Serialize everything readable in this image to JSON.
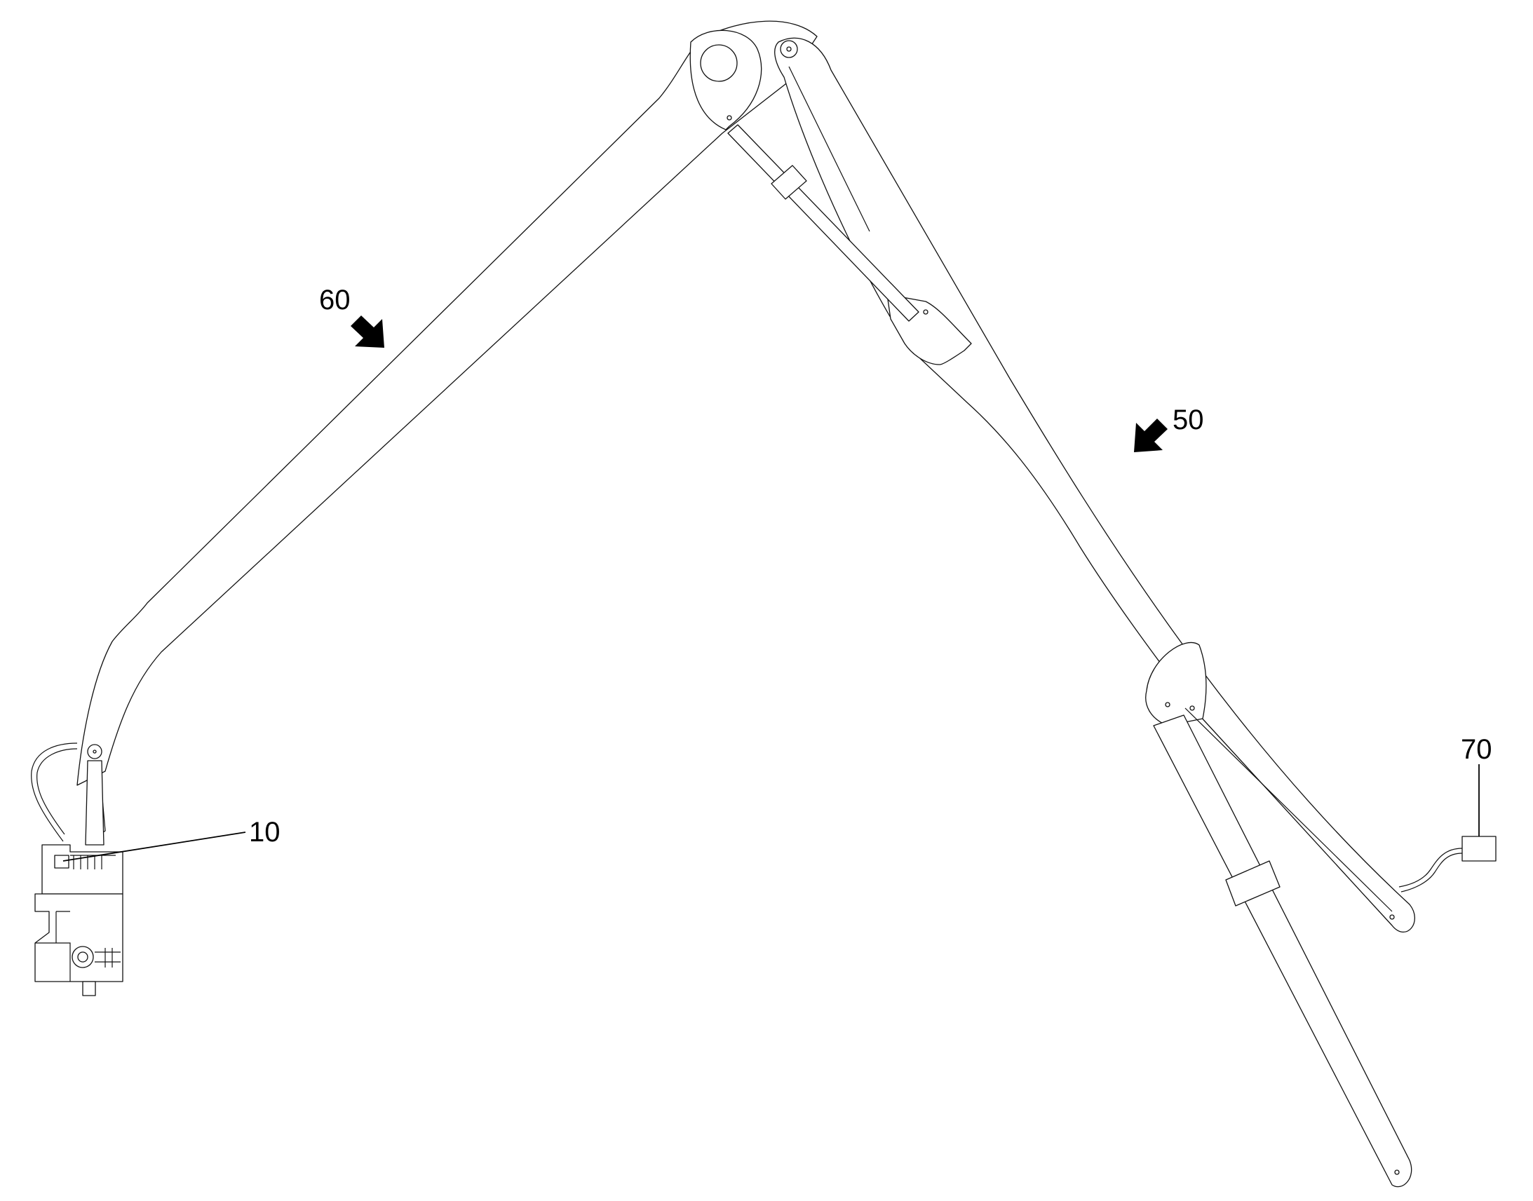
{
  "figure": {
    "labels": [
      {
        "id": "boom",
        "text": "60"
      },
      {
        "id": "arm",
        "text": "50"
      },
      {
        "id": "box",
        "text": "70"
      },
      {
        "id": "base",
        "text": "10"
      }
    ],
    "line_color": "#111111",
    "arrow_color": "#000000",
    "background": "#ffffff"
  }
}
